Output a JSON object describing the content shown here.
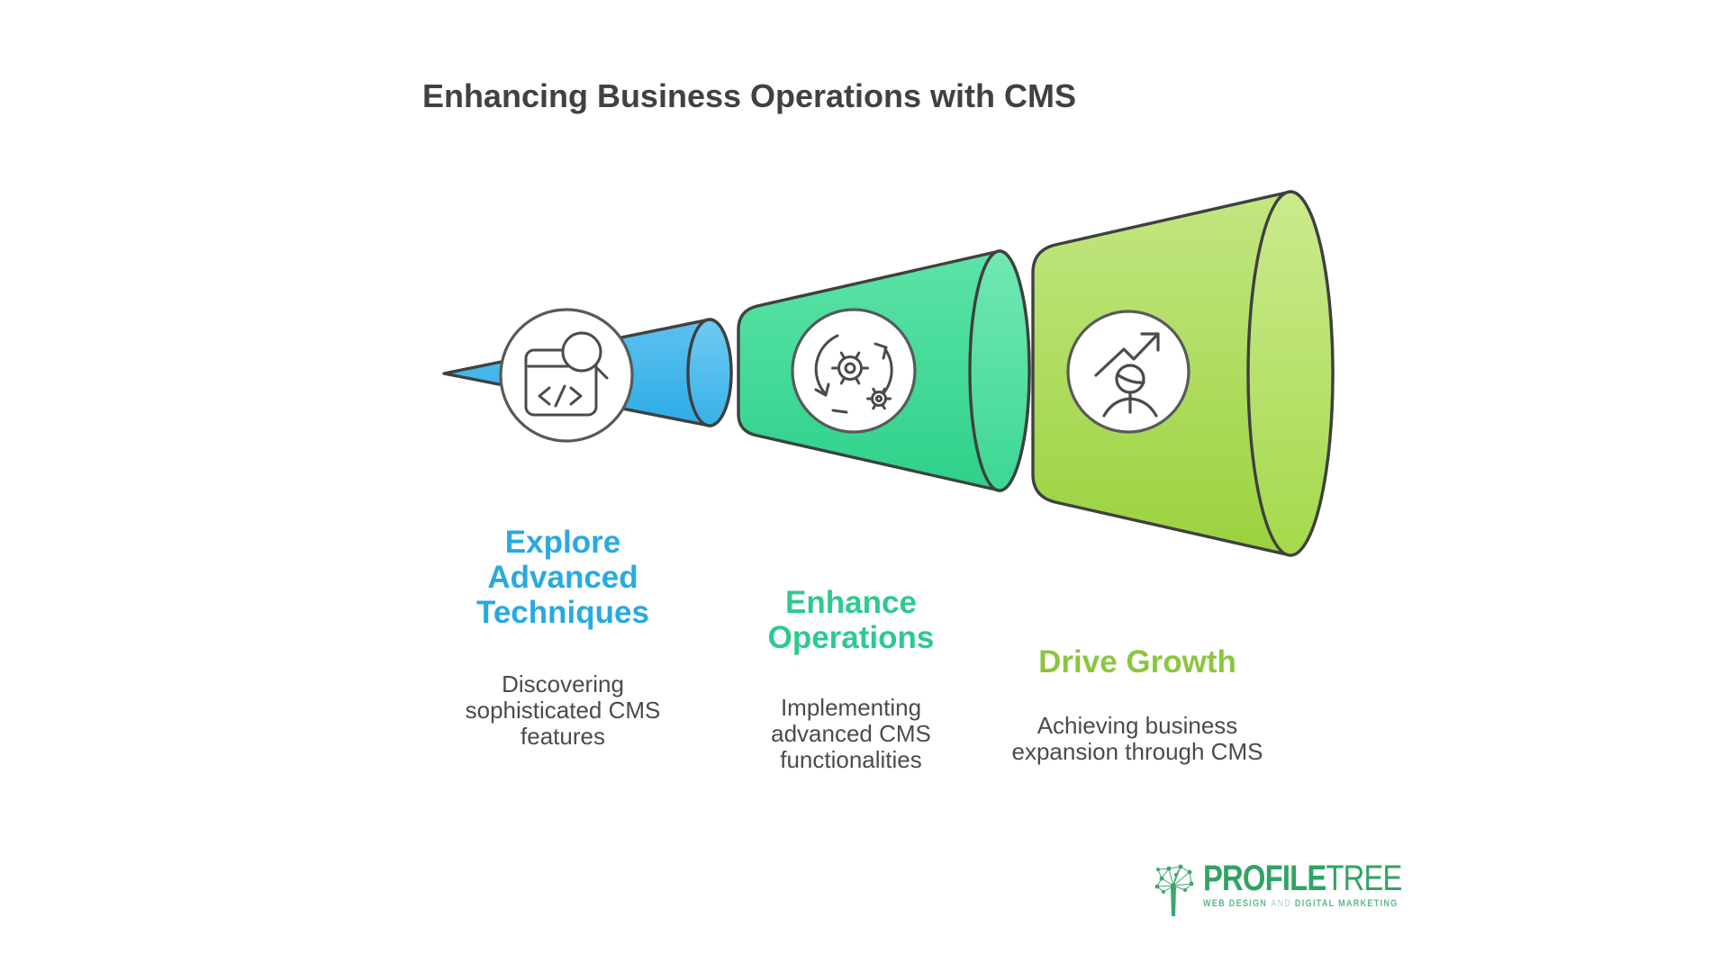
{
  "title": "Enhancing Business Operations with CMS",
  "stages": [
    {
      "id": "explore",
      "heading": "Explore Advanced Techniques",
      "description": "Discovering sophisticated CMS features",
      "accent_color": "#29A9E1",
      "cone_color": "#3CB4EB",
      "icon": "code-search-icon"
    },
    {
      "id": "enhance",
      "heading": "Enhance Operations",
      "description": "Implementing advanced CMS functionalities",
      "accent_color": "#2EC98E",
      "cone_color": "#3FDB96",
      "icon": "gears-cycle-icon"
    },
    {
      "id": "growth",
      "heading": "Drive Growth",
      "description": "Achieving business expansion through CMS",
      "accent_color": "#8CC63F",
      "cone_color": "#A6D94E",
      "icon": "growth-arrow-person-icon"
    }
  ],
  "logo": {
    "brand_bold": "PROFILE",
    "brand_light": "TREE",
    "tagline_left": "WEB DESIGN",
    "tagline_and": "AND",
    "tagline_right": "DIGITAL MARKETING",
    "color": "#2FA463"
  },
  "colors": {
    "background": "#FFFFFF",
    "title_text": "#414042",
    "body_text": "#4B4B4D",
    "outline": "#3F4040",
    "circle_border": "#58595B"
  }
}
